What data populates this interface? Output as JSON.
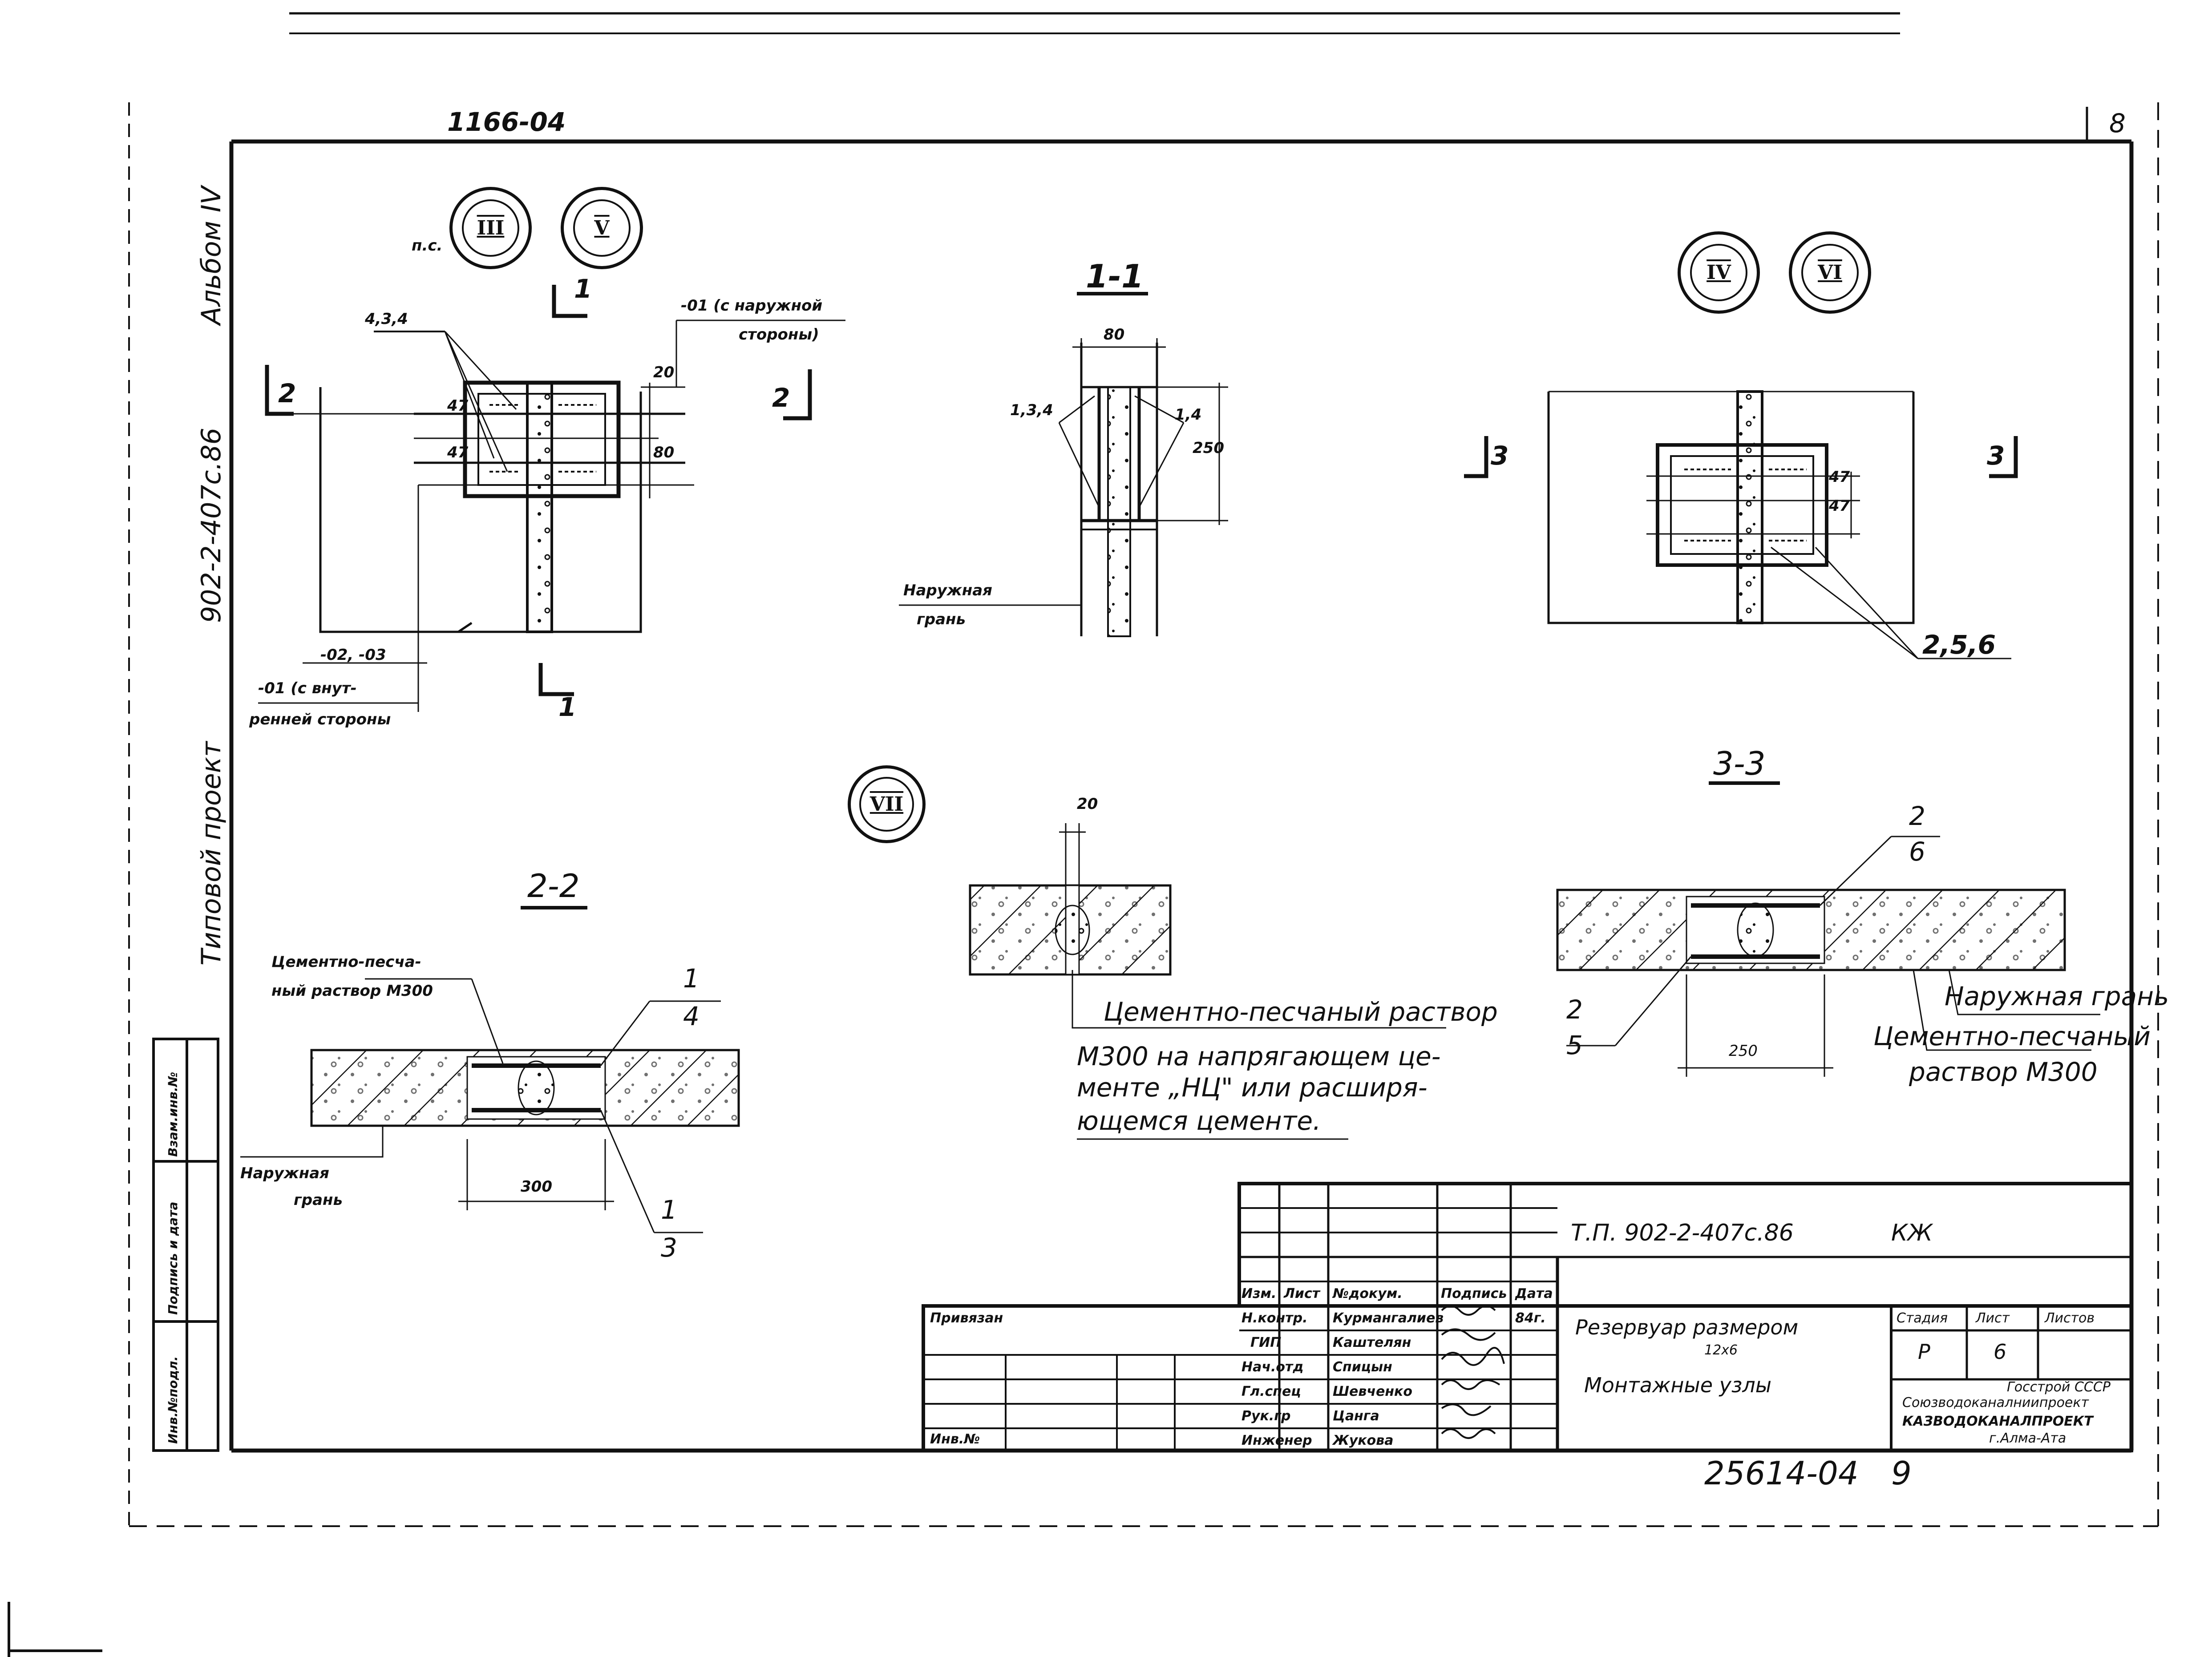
{
  "header": {
    "top_number": "1166-04",
    "sheet_corner": "8"
  },
  "side_strip": {
    "album": "Альбом IV",
    "project_code": "902-2-407с.86",
    "project_type": "Типовой проект",
    "cells": [
      "Взам.инв.№",
      "Подпись и дата",
      "Инв.№подл."
    ]
  },
  "markers": {
    "node_III": "III",
    "node_V": "V",
    "node_IV": "IV",
    "node_VI": "VI",
    "node_VII": "VII"
  },
  "plan_left": {
    "ps": "п.с.",
    "refs_top": "4,3,4",
    "dim_20": "20",
    "dim_47a": "47",
    "dim_47b": "47",
    "dim_80": "80",
    "outer_label_1": "-01 (с наружной",
    "outer_label_2": "стороны)",
    "inner_dims": "-02, -03",
    "inner_label_1": "-01 (с внут-",
    "inner_label_2": "ренней стороны",
    "cut_2a": "2",
    "cut_2b": "2",
    "cut_1a": "1",
    "cut_1b": "1"
  },
  "section_11": {
    "title": "1-1",
    "dim_top": "80",
    "dim_250": "250",
    "refs_left": "1,3,4",
    "refs_right": "1,4",
    "face_1": "Наружная",
    "face_2": "грань"
  },
  "plan_right": {
    "dim_47a": "47",
    "dim_47b": "47",
    "refs": "2,5,6",
    "cut_3a": "3",
    "cut_3b": "3"
  },
  "section_22": {
    "title": "2-2",
    "mortar_1": "Цементно-песча-",
    "mortar_2": "ный раствор М300",
    "ref_top_num": "1",
    "ref_top_den": "4",
    "ref_bot_num": "1",
    "ref_bot_den": "3",
    "dim_300": "300",
    "face_1": "Наружная",
    "face_2": "грань"
  },
  "section_VII": {
    "dim_20": "20",
    "note_1": "Цементно-песчаный раствор",
    "note_2": "М300 на напрягающем це-",
    "note_3": "менте „НЦ\" или расширя-",
    "note_4": "ющемся цементе."
  },
  "section_33": {
    "title": "3-3",
    "ref_top_num": "2",
    "ref_top_den": "6",
    "ref_bot_num": "2",
    "ref_bot_den": "5",
    "dim_250": "250",
    "face": "Наружная грань",
    "mortar_1": "Цементно-песчаный",
    "mortar_2": "раствор М300"
  },
  "title_block": {
    "code": "Т.П. 902-2-407с.86",
    "mark": "КЖ",
    "bound": "Привязан",
    "inv_no": "Инв.№",
    "head": [
      "Изм.",
      "Лист",
      "№докум.",
      "Подпись",
      "Дата"
    ],
    "rows": [
      {
        "role": "Н.контр.",
        "name": "Курмангалиев",
        "date": "84г."
      },
      {
        "role": "ГИП",
        "name": "Каштелян",
        "date": ""
      },
      {
        "role": "Нач.отд",
        "name": "Спицын",
        "date": ""
      },
      {
        "role": "Гл.спец",
        "name": "Шевченко",
        "date": ""
      },
      {
        "role": "Рук.гр",
        "name": "Цанга",
        "date": ""
      },
      {
        "role": "Инженер",
        "name": "Жукова",
        "date": ""
      }
    ],
    "object_1": "Резервуар размером",
    "object_2": "12х6",
    "sheet_title": "Монтажные узлы",
    "stage_label": "Стадия",
    "sheet_label": "Лист",
    "sheets_label": "Листов",
    "stage": "Р",
    "sheet": "6",
    "sheets": "",
    "org_1": "Госстрой СССР",
    "org_2": "Союзводоканалниипроект",
    "org_3": "КАЗВОДОКАНАЛПРОЕКТ",
    "org_4": "г.Алма-Ата"
  },
  "footer": {
    "number": "25614-04",
    "page": "9"
  }
}
